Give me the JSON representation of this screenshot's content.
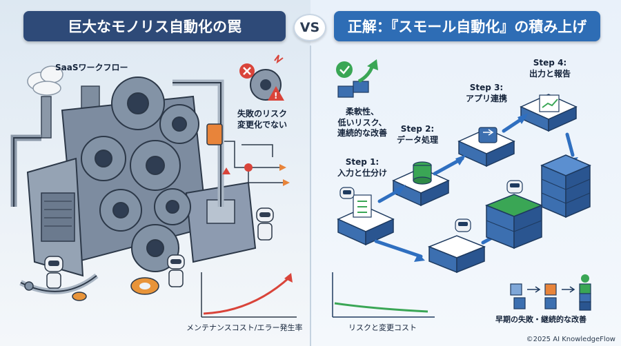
{
  "left_title": "巨大なモノリス自動化の罠",
  "vs_label": "VS",
  "right_title": "正解：『スモール自動化』の積み上げ",
  "left": {
    "saas_label": "SaaSワークフロー",
    "risk_label": "失敗のリスク\n変更化でない",
    "chart_label": "メンテナンスコスト/エラー発生率"
  },
  "right": {
    "benefit_label": "柔軟性、\n低いリスク、\n連続的な改善",
    "step1": "Step 1:\n入力と仕分け",
    "step2": "Step 2:\nデータ処理",
    "step3": "Step 3:\nアプリ連携",
    "step4": "Step 4:\n出力と報告",
    "chart_label": "リスクと変更コスト",
    "improve_label": "早期の失敗・継続的な改善"
  },
  "copyright": "©2025 AI KnowledgeFlow",
  "colors": {
    "left_title_bg": "#2e4a78",
    "right_title_bg": "#2e6db5",
    "risk_red": "#d9443a",
    "growth_green": "#3aa655",
    "accent_orange": "#e8843a"
  }
}
